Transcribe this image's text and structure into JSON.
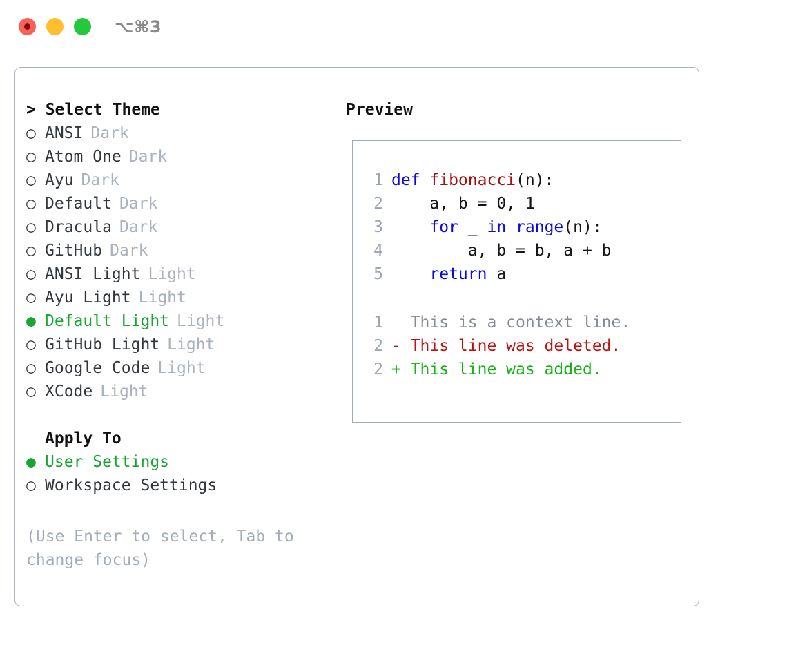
{
  "titlebar": {
    "shortcut": "⌥⌘3",
    "buttons": [
      {
        "name": "close",
        "color": "#fb6058"
      },
      {
        "name": "minimize",
        "color": "#fdbe30"
      },
      {
        "name": "maximize",
        "color": "#25c83b"
      }
    ]
  },
  "theme_picker": {
    "header": "> Select Theme",
    "options": [
      {
        "bullet": "○",
        "label": "ANSI",
        "tag": "Dark",
        "selected": false
      },
      {
        "bullet": "○",
        "label": "Atom One",
        "tag": "Dark",
        "selected": false
      },
      {
        "bullet": "○",
        "label": "Ayu",
        "tag": "Dark",
        "selected": false
      },
      {
        "bullet": "○",
        "label": "Default",
        "tag": "Dark",
        "selected": false
      },
      {
        "bullet": "○",
        "label": "Dracula",
        "tag": "Dark",
        "selected": false
      },
      {
        "bullet": "○",
        "label": "GitHub",
        "tag": "Dark",
        "selected": false
      },
      {
        "bullet": "○",
        "label": "ANSI Light",
        "tag": "Light",
        "selected": false
      },
      {
        "bullet": "○",
        "label": "Ayu Light",
        "tag": "Light",
        "selected": false
      },
      {
        "bullet": "●",
        "label": "Default Light",
        "tag": "Light",
        "selected": true
      },
      {
        "bullet": "○",
        "label": "GitHub Light",
        "tag": "Light",
        "selected": false
      },
      {
        "bullet": "○",
        "label": "Google Code",
        "tag": "Light",
        "selected": false
      },
      {
        "bullet": "○",
        "label": "XCode",
        "tag": "Light",
        "selected": false
      }
    ]
  },
  "apply_to": {
    "header": "Apply To",
    "options": [
      {
        "bullet": "●",
        "label": "User Settings",
        "selected": true
      },
      {
        "bullet": "○",
        "label": "Workspace Settings",
        "selected": false
      }
    ]
  },
  "hint": "(Use Enter to select, Tab to change focus)",
  "preview": {
    "title": "Preview",
    "code_lines": [
      {
        "no": "1",
        "tokens": [
          {
            "t": "def ",
            "c": "kw"
          },
          {
            "t": "fibonacci",
            "c": "fn"
          },
          {
            "t": "(n):",
            "c": "plain"
          }
        ]
      },
      {
        "no": "2",
        "tokens": [
          {
            "t": "    a, b = 0, 1",
            "c": "plain"
          }
        ]
      },
      {
        "no": "3",
        "tokens": [
          {
            "t": "    ",
            "c": "plain"
          },
          {
            "t": "for",
            "c": "kw"
          },
          {
            "t": " _ ",
            "c": "plain"
          },
          {
            "t": "in",
            "c": "kw"
          },
          {
            "t": " ",
            "c": "plain"
          },
          {
            "t": "range",
            "c": "kw"
          },
          {
            "t": "(n):",
            "c": "plain"
          }
        ]
      },
      {
        "no": "4",
        "tokens": [
          {
            "t": "        a, b = b, a + b",
            "c": "plain"
          }
        ]
      },
      {
        "no": "5",
        "tokens": [
          {
            "t": "    ",
            "c": "plain"
          },
          {
            "t": "return",
            "c": "kw"
          },
          {
            "t": " a",
            "c": "plain"
          }
        ]
      }
    ],
    "diff_lines": [
      {
        "no": "1",
        "marker": " ",
        "text": "  This is a context line.",
        "kind": "context"
      },
      {
        "no": "2",
        "marker": "-",
        "text": "- This line was deleted.",
        "kind": "deleted"
      },
      {
        "no": "2",
        "marker": "+",
        "text": "+ This line was added.",
        "kind": "added"
      }
    ]
  },
  "colors": {
    "accent_green": "#16a631",
    "muted_gray": "#aab2bd",
    "border": "#a9b4c2",
    "keyword_blue": "#0b0bd6",
    "function_red": "#a10f0f",
    "diff_delete": "#bb1212",
    "diff_add": "#12b212"
  }
}
